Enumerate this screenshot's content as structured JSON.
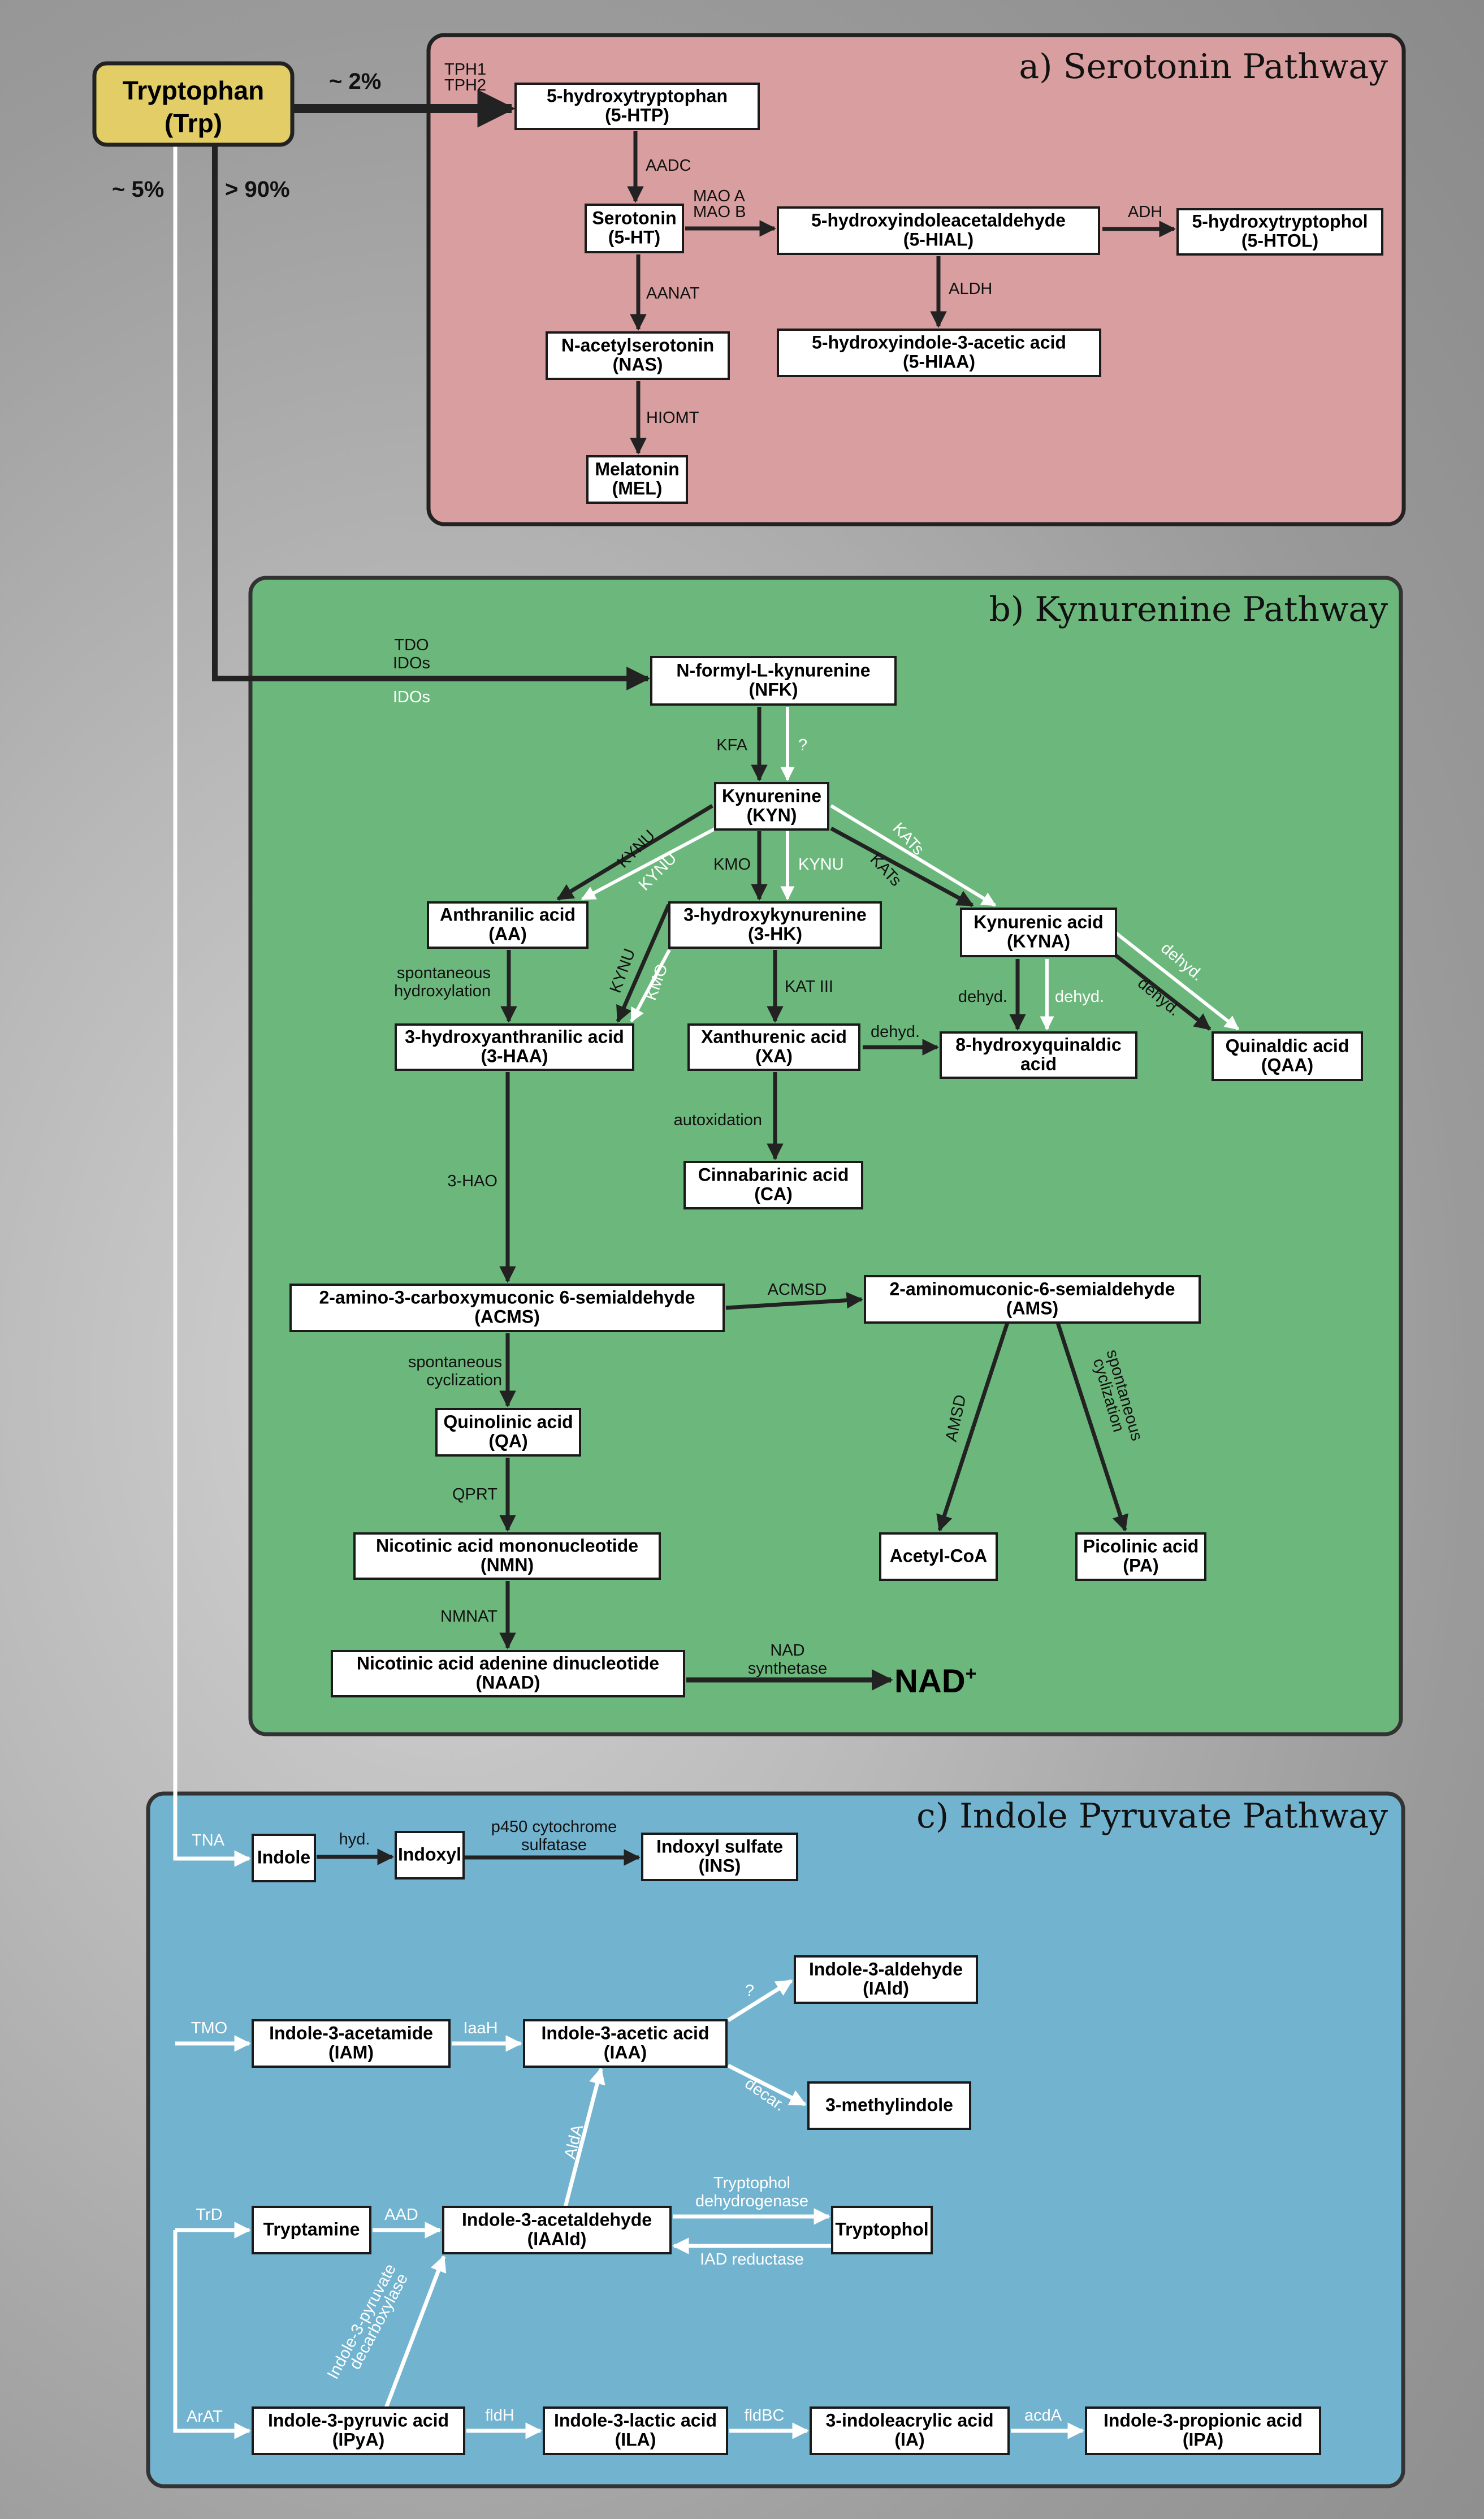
{
  "colors": {
    "serotonin_panel": "#d99e9f",
    "kynurenine_panel": "#6cb87c",
    "indole_panel": "#72b3d0",
    "tryptophan_box": "#e2cd66",
    "dark_arrow": "#222222",
    "light_arrow": "#ffffff"
  },
  "tryptophan": {
    "line1": "Tryptophan",
    "line2": "(Trp)"
  },
  "percentages": {
    "serotonin": "~ 2%",
    "indole": "~ 5%",
    "kynurenine": "> 90%"
  },
  "panels": [
    {
      "id": "a",
      "title": "a) Serotonin Pathway"
    },
    {
      "id": "b",
      "title": "b) Kynurenine Pathway"
    },
    {
      "id": "c",
      "title": "c) Indole Pyruvate Pathway"
    }
  ],
  "nad_product": {
    "label": "NAD",
    "superscript": "+"
  },
  "nodes": [
    {
      "id": "htp",
      "panel": "a",
      "lines": [
        "5-hydroxytryptophan",
        "(5-HTP)"
      ]
    },
    {
      "id": "ht",
      "panel": "a",
      "lines": [
        "Serotonin",
        "(5-HT)"
      ]
    },
    {
      "id": "hial",
      "panel": "a",
      "lines": [
        "5-hydroxyindoleacetaldehyde",
        "(5-HIAL)"
      ]
    },
    {
      "id": "htol",
      "panel": "a",
      "lines": [
        "5-hydroxytryptophol",
        "(5-HTOL)"
      ]
    },
    {
      "id": "hiaa",
      "panel": "a",
      "lines": [
        "5-hydroxyindole-3-acetic acid",
        "(5-HIAA)"
      ]
    },
    {
      "id": "nas",
      "panel": "a",
      "lines": [
        "N-acetylserotonin",
        "(NAS)"
      ]
    },
    {
      "id": "mel",
      "panel": "a",
      "lines": [
        "Melatonin",
        "(MEL)"
      ]
    },
    {
      "id": "nfk",
      "panel": "b",
      "lines": [
        "N-formyl-L-kynurenine",
        "(NFK)"
      ]
    },
    {
      "id": "kyn",
      "panel": "b",
      "lines": [
        "Kynurenine",
        "(KYN)"
      ]
    },
    {
      "id": "aa",
      "panel": "b",
      "lines": [
        "Anthranilic acid",
        "(AA)"
      ]
    },
    {
      "id": "hk",
      "panel": "b",
      "lines": [
        "3-hydroxykynurenine",
        "(3-HK)"
      ]
    },
    {
      "id": "kyna",
      "panel": "b",
      "lines": [
        "Kynurenic acid",
        "(KYNA)"
      ]
    },
    {
      "id": "haa",
      "panel": "b",
      "lines": [
        "3-hydroxyanthranilic acid",
        "(3-HAA)"
      ]
    },
    {
      "id": "xa",
      "panel": "b",
      "lines": [
        "Xanthurenic acid",
        "(XA)"
      ]
    },
    {
      "id": "hqa",
      "panel": "b",
      "lines": [
        "8-hydroxyquinaldic",
        "acid"
      ]
    },
    {
      "id": "qaa",
      "panel": "b",
      "lines": [
        "Quinaldic acid",
        "(QAA)"
      ]
    },
    {
      "id": "ca",
      "panel": "b",
      "lines": [
        "Cinnabarinic acid",
        "(CA)"
      ]
    },
    {
      "id": "acms",
      "panel": "b",
      "lines": [
        "2-amino-3-carboxymuconic 6-semialdehyde",
        "(ACMS)"
      ]
    },
    {
      "id": "ams",
      "panel": "b",
      "lines": [
        "2-aminomuconic-6-semialdehyde",
        "(AMS)"
      ]
    },
    {
      "id": "qa",
      "panel": "b",
      "lines": [
        "Quinolinic acid",
        "(QA)"
      ]
    },
    {
      "id": "acoa",
      "panel": "b",
      "lines": [
        "Acetyl-CoA"
      ]
    },
    {
      "id": "pa",
      "panel": "b",
      "lines": [
        "Picolinic acid",
        "(PA)"
      ]
    },
    {
      "id": "nmn",
      "panel": "b",
      "lines": [
        "Nicotinic acid mononucleotide",
        "(NMN)"
      ]
    },
    {
      "id": "naad",
      "panel": "b",
      "lines": [
        "Nicotinic acid adenine dinucleotide",
        "(NAAD)"
      ]
    },
    {
      "id": "indole",
      "panel": "c",
      "lines": [
        "Indole"
      ]
    },
    {
      "id": "indoxyl",
      "panel": "c",
      "lines": [
        "Indoxyl"
      ]
    },
    {
      "id": "ins",
      "panel": "c",
      "lines": [
        "Indoxyl sulfate",
        "(INS)"
      ]
    },
    {
      "id": "iald",
      "panel": "c",
      "lines": [
        "Indole-3-aldehyde",
        "(IAld)"
      ]
    },
    {
      "id": "iam",
      "panel": "c",
      "lines": [
        "Indole-3-acetamide",
        "(IAM)"
      ]
    },
    {
      "id": "iaa",
      "panel": "c",
      "lines": [
        "Indole-3-acetic acid",
        "(IAA)"
      ]
    },
    {
      "id": "mi",
      "panel": "c",
      "lines": [
        "3-methylindole"
      ]
    },
    {
      "id": "tryptamine",
      "panel": "c",
      "lines": [
        "Tryptamine"
      ]
    },
    {
      "id": "iaald",
      "panel": "c",
      "lines": [
        "Indole-3-acetaldehyde",
        "(IAAld)"
      ]
    },
    {
      "id": "tryptophol",
      "panel": "c",
      "lines": [
        "Tryptophol"
      ]
    },
    {
      "id": "ipya",
      "panel": "c",
      "lines": [
        "Indole-3-pyruvic acid",
        "(IPyA)"
      ]
    },
    {
      "id": "ila",
      "panel": "c",
      "lines": [
        "Indole-3-lactic acid",
        "(ILA)"
      ]
    },
    {
      "id": "ia",
      "panel": "c",
      "lines": [
        "3-indoleacrylic acid",
        "(IA)"
      ]
    },
    {
      "id": "ipa",
      "panel": "c",
      "lines": [
        "Indole-3-propionic acid",
        "(IPA)"
      ]
    }
  ],
  "edges": [
    {
      "from": "trp",
      "to": "htp",
      "style": "dark",
      "label": [
        "TPH1",
        "TPH2"
      ]
    },
    {
      "from": "htp",
      "to": "ht",
      "style": "dark",
      "label": [
        "AADC"
      ]
    },
    {
      "from": "ht",
      "to": "hial",
      "style": "dark",
      "label": [
        "MAO A",
        "MAO B"
      ]
    },
    {
      "from": "hial",
      "to": "htol",
      "style": "dark",
      "label": [
        "ADH"
      ]
    },
    {
      "from": "hial",
      "to": "hiaa",
      "style": "dark",
      "label": [
        "ALDH"
      ]
    },
    {
      "from": "ht",
      "to": "nas",
      "style": "dark",
      "label": [
        "AANAT"
      ]
    },
    {
      "from": "nas",
      "to": "mel",
      "style": "dark",
      "label": [
        "HIOMT"
      ]
    },
    {
      "from": "trp",
      "to": "nfk",
      "style": "dark",
      "label": [
        "TDO",
        "IDOs"
      ],
      "label_light": [
        "IDOs"
      ]
    },
    {
      "from": "nfk",
      "to": "kyn",
      "style": "dark",
      "label": [
        "KFA"
      ]
    },
    {
      "from": "nfk",
      "to": "kyn",
      "style": "light",
      "label": [
        "?"
      ]
    },
    {
      "from": "kyn",
      "to": "aa",
      "style": "dark",
      "label": [
        "KYNU"
      ]
    },
    {
      "from": "kyn",
      "to": "aa",
      "style": "light",
      "label": [
        "KYNU"
      ]
    },
    {
      "from": "kyn",
      "to": "hk",
      "style": "dark",
      "label": [
        "KMO"
      ]
    },
    {
      "from": "kyn",
      "to": "hk",
      "style": "light",
      "label": [
        "KYNU"
      ]
    },
    {
      "from": "kyn",
      "to": "kyna",
      "style": "dark",
      "label": [
        "KATs"
      ]
    },
    {
      "from": "kyn",
      "to": "kyna",
      "style": "light",
      "label": [
        "KATs"
      ]
    },
    {
      "from": "aa",
      "to": "haa",
      "style": "dark",
      "label": [
        "spontaneous",
        "hydroxylation"
      ]
    },
    {
      "from": "hk",
      "to": "haa",
      "style": "dark",
      "label": [
        "KYNU"
      ]
    },
    {
      "from": "hk",
      "to": "haa",
      "style": "light",
      "label": [
        "KMO"
      ]
    },
    {
      "from": "hk",
      "to": "xa",
      "style": "dark",
      "label": [
        "KAT III"
      ]
    },
    {
      "from": "xa",
      "to": "hqa",
      "style": "dark",
      "label": [
        "dehyd."
      ]
    },
    {
      "from": "xa",
      "to": "ca",
      "style": "dark",
      "label": [
        "autoxidation"
      ]
    },
    {
      "from": "kyna",
      "to": "hqa",
      "style": "dark",
      "label": [
        "dehyd."
      ]
    },
    {
      "from": "kyna",
      "to": "hqa",
      "style": "light",
      "label": [
        "dehyd."
      ]
    },
    {
      "from": "kyna",
      "to": "qaa",
      "style": "dark",
      "label": [
        "dehyd."
      ]
    },
    {
      "from": "kyna",
      "to": "qaa",
      "style": "light",
      "label": [
        "dehyd."
      ]
    },
    {
      "from": "haa",
      "to": "acms",
      "style": "dark",
      "label": [
        "3-HAO"
      ]
    },
    {
      "from": "acms",
      "to": "ams",
      "style": "dark",
      "label": [
        "ACMSD"
      ]
    },
    {
      "from": "acms",
      "to": "qa",
      "style": "dark",
      "label": [
        "spontaneous",
        "cyclization"
      ]
    },
    {
      "from": "ams",
      "to": "acoa",
      "style": "dark",
      "label": [
        "AMSD"
      ]
    },
    {
      "from": "ams",
      "to": "pa",
      "style": "dark",
      "label": [
        "spontaneous",
        "cyclization"
      ]
    },
    {
      "from": "qa",
      "to": "nmn",
      "style": "dark",
      "label": [
        "QPRT"
      ]
    },
    {
      "from": "nmn",
      "to": "naad",
      "style": "dark",
      "label": [
        "NMNAT"
      ]
    },
    {
      "from": "naad",
      "to": "nad",
      "style": "dark",
      "label": [
        "NAD",
        "synthetase"
      ]
    },
    {
      "from": "trp",
      "to": "indole",
      "style": "light",
      "label": [
        "TNA"
      ]
    },
    {
      "from": "indole",
      "to": "indoxyl",
      "style": "dark",
      "label": [
        "hyd."
      ]
    },
    {
      "from": "indoxyl",
      "to": "ins",
      "style": "dark",
      "label": [
        "p450 cytochrome",
        "sulfatase"
      ]
    },
    {
      "from": "trp",
      "to": "iam",
      "style": "light",
      "label": [
        "TMO"
      ]
    },
    {
      "from": "iam",
      "to": "iaa",
      "style": "light",
      "label": [
        "IaaH"
      ]
    },
    {
      "from": "iaa",
      "to": "iald",
      "style": "light",
      "label": [
        "?"
      ]
    },
    {
      "from": "iaa",
      "to": "mi",
      "style": "light",
      "label": [
        "decar."
      ]
    },
    {
      "from": "trp",
      "to": "tryptamine",
      "style": "light",
      "label": [
        "TrD"
      ]
    },
    {
      "from": "tryptamine",
      "to": "iaald",
      "style": "light",
      "label": [
        "AAD"
      ]
    },
    {
      "from": "iaald",
      "to": "iaa",
      "style": "light",
      "label": [
        "AldA"
      ]
    },
    {
      "from": "iaald",
      "to": "tryptophol",
      "style": "light",
      "label": [
        "Tryptophol",
        "dehydrogenase"
      ]
    },
    {
      "from": "tryptophol",
      "to": "iaald",
      "style": "light",
      "label": [
        "IAD reductase"
      ]
    },
    {
      "from": "ipya",
      "to": "iaald",
      "style": "light",
      "label": [
        "Indole-3-pyruvate",
        "decarboxylase"
      ]
    },
    {
      "from": "trp",
      "to": "ipya",
      "style": "light",
      "label": [
        "ArAT"
      ]
    },
    {
      "from": "ipya",
      "to": "ila",
      "style": "light",
      "label": [
        "fldH"
      ]
    },
    {
      "from": "ila",
      "to": "ia",
      "style": "light",
      "label": [
        "fldBC"
      ]
    },
    {
      "from": "ia",
      "to": "ipa",
      "style": "light",
      "label": [
        "acdA"
      ]
    }
  ]
}
